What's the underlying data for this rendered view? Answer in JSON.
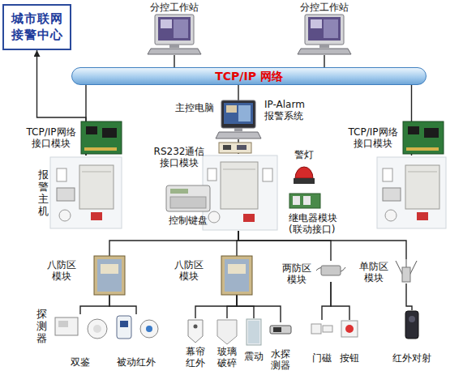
{
  "diagram": {
    "nodes": [
      {
        "text": [
          "城市联网 接警中心"
        ]
      },
      {
        "text": [
          "分控工作站"
        ]
      },
      {
        "text": [
          "分控工作站"
        ]
      },
      {
        "text": [
          "TCP/IP 网络"
        ]
      },
      {
        "text": [
          "主控电脑",
          "IP-Alarm 报警系统"
        ]
      },
      {
        "text": [
          "TCP/IP网络 接口模块",
          "报警主机"
        ]
      },
      {
        "text": [
          "RS232通信 接口模块"
        ]
      },
      {
        "text": [
          "警灯"
        ]
      },
      {
        "text": [
          "控制键盘"
        ]
      },
      {
        "text": [
          "继电器模块 (联动接口)"
        ]
      },
      {
        "text": [
          "TCP/IP网络 接口模块"
        ]
      },
      {
        "text": [
          "八防区 模块"
        ]
      },
      {
        "text": [
          "八防区 模块"
        ]
      },
      {
        "text": [
          "两防区 模块"
        ]
      },
      {
        "text": [
          "单防区 模块"
        ]
      },
      {
        "text": [
          "双鉴"
        ]
      },
      {
        "text": [
          "被动红外"
        ]
      },
      {
        "text": [
          "幕帘 红外"
        ]
      },
      {
        "text": [
          "玻璃 破碎"
        ]
      },
      {
        "text": [
          "震动"
        ]
      },
      {
        "text": [
          "水探 测器"
        ]
      },
      {
        "text": [
          "门磁"
        ]
      },
      {
        "text": [
          "按钮"
        ]
      },
      {
        "text": [
          "红外对射"
        ]
      }
    ],
    "edges": [
      {
        "from": 1,
        "to": 3,
        "arrow": "none"
      },
      {
        "from": 2,
        "to": 3,
        "arrow": "none"
      },
      {
        "from": 3,
        "to": 5,
        "arrow": "none"
      },
      {
        "from": 3,
        "to": 10,
        "arrow": "none"
      },
      {
        "from": 3,
        "to": 4,
        "arrow": "none"
      },
      {
        "from": 4,
        "to": 6,
        "arrow": "none"
      },
      {
        "from": 5,
        "to": 0,
        "arrow": "to"
      },
      {
        "from": 6,
        "to": 11,
        "arrow": "none"
      },
      {
        "from": 6,
        "to": 12,
        "arrow": "none"
      },
      {
        "from": 6,
        "to": 13,
        "arrow": "none"
      },
      {
        "from": 6,
        "to": 14,
        "arrow": "none"
      },
      {
        "from": 11,
        "to": 15,
        "arrow": "none"
      },
      {
        "from": 11,
        "to": 16,
        "arrow": "none"
      },
      {
        "from": 12,
        "to": 17,
        "arrow": "none"
      },
      {
        "from": 12,
        "to": 18,
        "arrow": "none"
      },
      {
        "from": 12,
        "to": 19,
        "arrow": "none"
      },
      {
        "from": 12,
        "to": 20,
        "arrow": "none"
      },
      {
        "from": 13,
        "to": 21,
        "arrow": "none"
      },
      {
        "from": 13,
        "to": 22,
        "arrow": "none"
      },
      {
        "from": 14,
        "to": 23,
        "arrow": "none"
      }
    ],
    "labels": [
      "探测器"
    ]
  }
}
